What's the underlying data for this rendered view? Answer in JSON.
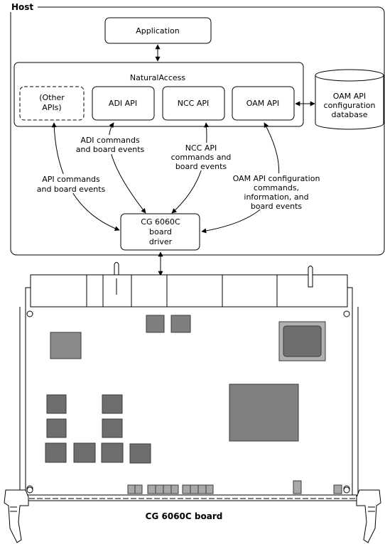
{
  "host": {
    "title": "Host"
  },
  "application": {
    "label": "Application"
  },
  "natural_access": {
    "title": "NaturalAccess",
    "other_apis": [
      "(Other",
      "APIs)"
    ],
    "adi_api": "ADI API",
    "ncc_api": "NCC API",
    "oam_api": "OAM API"
  },
  "database": {
    "lines": [
      "OAM API",
      "configuration",
      "database"
    ]
  },
  "driver": {
    "lines": [
      "CG 6060C",
      "board",
      "driver"
    ]
  },
  "annotations": {
    "adi": [
      "ADI commands",
      "and board events"
    ],
    "ncc": [
      "NCC API",
      "commands and",
      "board events"
    ],
    "api": [
      "API commands",
      "and board events"
    ],
    "oam": [
      "OAM API configuration",
      "commands,",
      "information, and",
      "board events"
    ]
  },
  "board": {
    "caption": "CG 6060C board"
  },
  "colors": {
    "chip_fill": "#808080",
    "chip_dark": "#6e6e6e",
    "line": "#000000"
  }
}
